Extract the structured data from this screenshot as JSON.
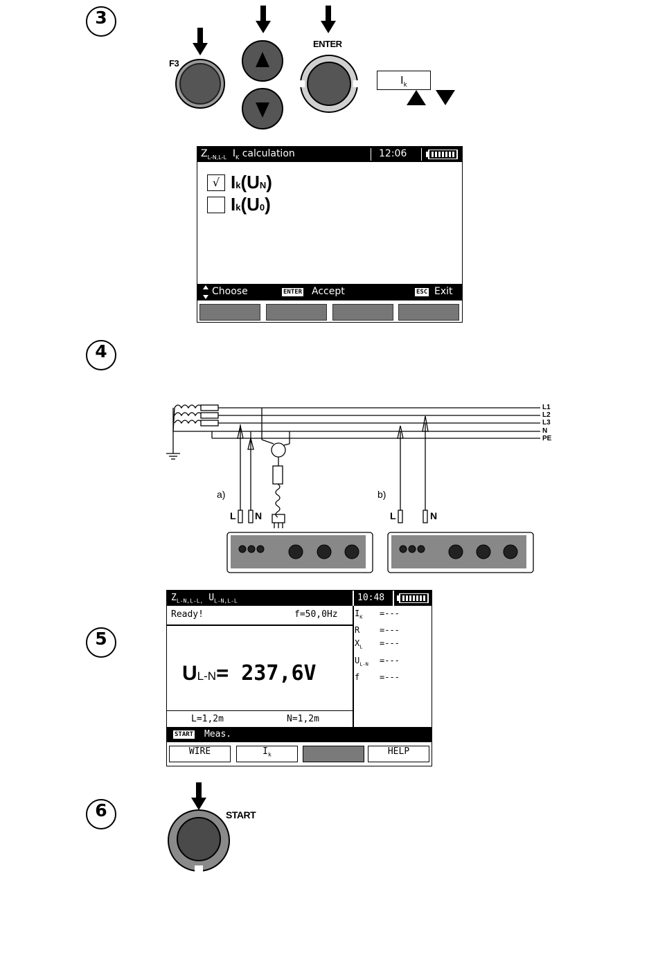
{
  "steps": [
    "3",
    "4",
    "5",
    "6"
  ],
  "step3": {
    "f3_label": "F3",
    "enter_label": "ENTER",
    "ik_box_label": "I",
    "ik_box_sub": "k",
    "screen": {
      "title_z": "Z",
      "title_z_sub": "L-N,L-L",
      "title_ik": "I",
      "title_ik_sub": "K",
      "title_text": "calculation",
      "time": "12:06",
      "options": [
        {
          "label": "I",
          "sub": "k",
          "paren": "(U",
          "psub": "N",
          "close": ")",
          "checked": true,
          "check_mark": "√"
        },
        {
          "label": "I",
          "sub": "k",
          "paren": "(U",
          "psub": "0",
          "close": ")",
          "checked": false,
          "check_mark": ""
        }
      ],
      "choose_label": "Choose",
      "enter_key": "ENTER",
      "accept_label": "Accept",
      "esc_key": "ESC",
      "exit_label": "Exit"
    }
  },
  "step4": {
    "lines": [
      "L1",
      "L2",
      "L3",
      "N",
      "PE"
    ],
    "label_a": "a)",
    "label_b": "b)",
    "lead_l": "L",
    "lead_n": "N"
  },
  "step5": {
    "title": "Z",
    "title_sub1": "L-N,L-L,",
    "title_u": "U",
    "title_sub2": "L-N,L-L",
    "time": "10:48",
    "status": "Ready!",
    "freq": "f=50,0Hz",
    "main_u": "U",
    "main_sub": "L-N",
    "main_value": "= 237,6V",
    "lead_l": "L=1,2m",
    "lead_n": "N=1,2m",
    "start_key": "START",
    "meas_label": "Meas.",
    "side": [
      {
        "name": "I",
        "sub": "K",
        "value": "=---"
      },
      {
        "name": "R",
        "sub": "",
        "value": "=---"
      },
      {
        "name": "X",
        "sub": "L",
        "value": "=---"
      },
      {
        "name": "U",
        "sub": "L-N",
        "value": "=---"
      },
      {
        "name": "f",
        "sub": "",
        "value": "=---"
      }
    ],
    "softkeys": [
      "WIRE",
      "I",
      "",
      "HELP"
    ],
    "softkey_ik_sub": "k"
  },
  "step6": {
    "start_label": "START"
  },
  "colors": {
    "button_dark": "#4a4a4a",
    "button_ring": "#b5b5b5",
    "screen_bar": "#000000",
    "softkey_gray": "#7a7a7a"
  }
}
